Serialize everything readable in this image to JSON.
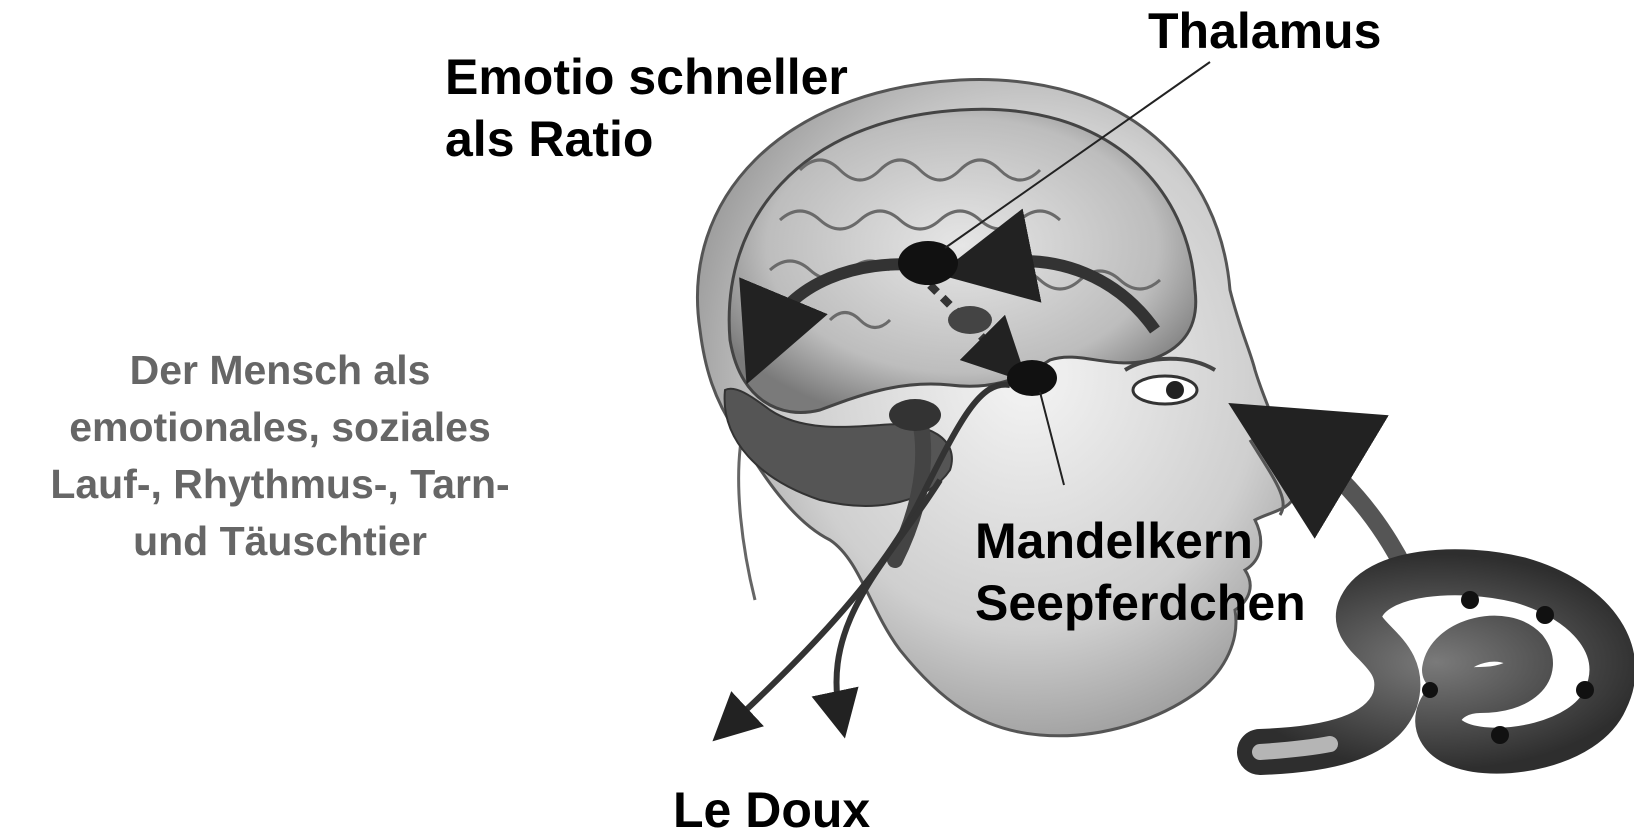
{
  "labels": {
    "thalamus": "Thalamus",
    "emotio_line1": "Emotio schneller",
    "emotio_line2": "als  Ratio",
    "mandelkern": "Mandelkern",
    "seepferdchen": "Seepferdchen",
    "le_doux": "Le Doux"
  },
  "side_text": {
    "line1": "Der Mensch als",
    "line2": "emotionales, soziales",
    "line3": "Lauf-, Rhythmus-, Tarn-",
    "line4": "und Täuschtier"
  },
  "colors": {
    "label": "#000000",
    "side_text": "#666666"
  }
}
